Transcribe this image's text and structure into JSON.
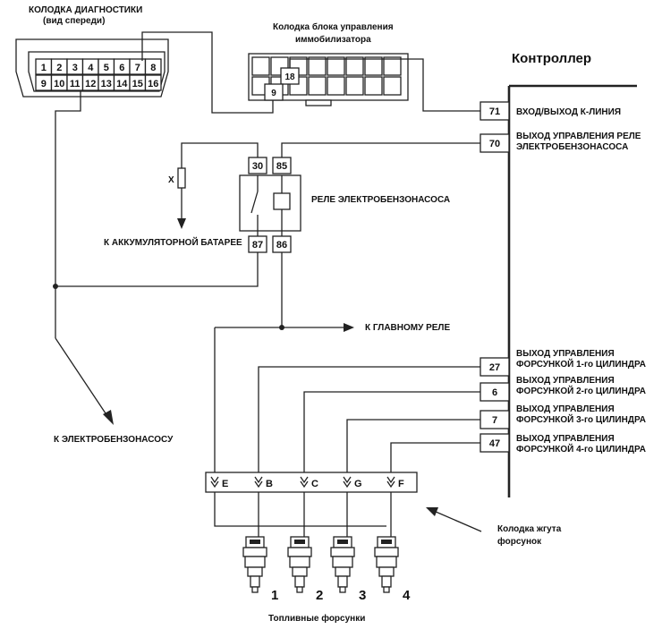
{
  "diag": {
    "title": "КОЛОДКА ДИАГНОСТИКИ",
    "subtitle": "(вид спереди)",
    "pins_top": [
      "1",
      "2",
      "3",
      "4",
      "5",
      "6",
      "7",
      "8"
    ],
    "pins_bottom": [
      "9",
      "10",
      "11",
      "12",
      "13",
      "14",
      "15",
      "16"
    ]
  },
  "immo": {
    "title_line1": "Колодка блока управления",
    "title_line2": "иммобилизатора",
    "pin_a": "18",
    "pin_b": "9"
  },
  "controller": {
    "title": "Контроллер",
    "pins": [
      {
        "num": "71",
        "line1": "ВХОД/ВЫХОД К-ЛИНИЯ",
        "line2": ""
      },
      {
        "num": "70",
        "line1": "ВЫХОД УПРАВЛЕНИЯ РЕЛЕ",
        "line2": "ЭЛЕКТРОБЕНЗОНАСОСА"
      },
      {
        "num": "27",
        "line1": "ВЫХОД УПРАВЛЕНИЯ",
        "line2": "ФОРСУНКОЙ 1-го ЦИЛИНДРА"
      },
      {
        "num": "6",
        "line1": "ВЫХОД УПРАВЛЕНИЯ",
        "line2": "ФОРСУНКОЙ 2-го ЦИЛИНДРА"
      },
      {
        "num": "7",
        "line1": "ВЫХОД УПРАВЛЕНИЯ",
        "line2": "ФОРСУНКОЙ 3-го ЦИЛИНДРА"
      },
      {
        "num": "47",
        "line1": "ВЫХОД УПРАВЛЕНИЯ",
        "line2": "ФОРСУНКОЙ 4-го ЦИЛИНДРА"
      }
    ]
  },
  "relay": {
    "title": "РЕЛЕ ЭЛЕКТРОБЕНЗОНАСОСА",
    "pins": [
      "30",
      "85",
      "87",
      "86"
    ]
  },
  "fuse_label": "X",
  "labels": {
    "battery": "К АККУМУЛЯТОРНОЙ БАТАРЕЕ",
    "main_relay": "К ГЛАВНОМУ РЕЛЕ",
    "fuel_pump": "К ЭЛЕКТРОБЕНЗОНАСОСУ"
  },
  "harness": {
    "pins": [
      "E",
      "B",
      "C",
      "G",
      "F"
    ],
    "label_line1": "Колодка жгута",
    "label_line2": "форсунок"
  },
  "injectors": {
    "numbers": [
      "1",
      "2",
      "3",
      "4"
    ],
    "caption": "Топливные форсунки"
  }
}
